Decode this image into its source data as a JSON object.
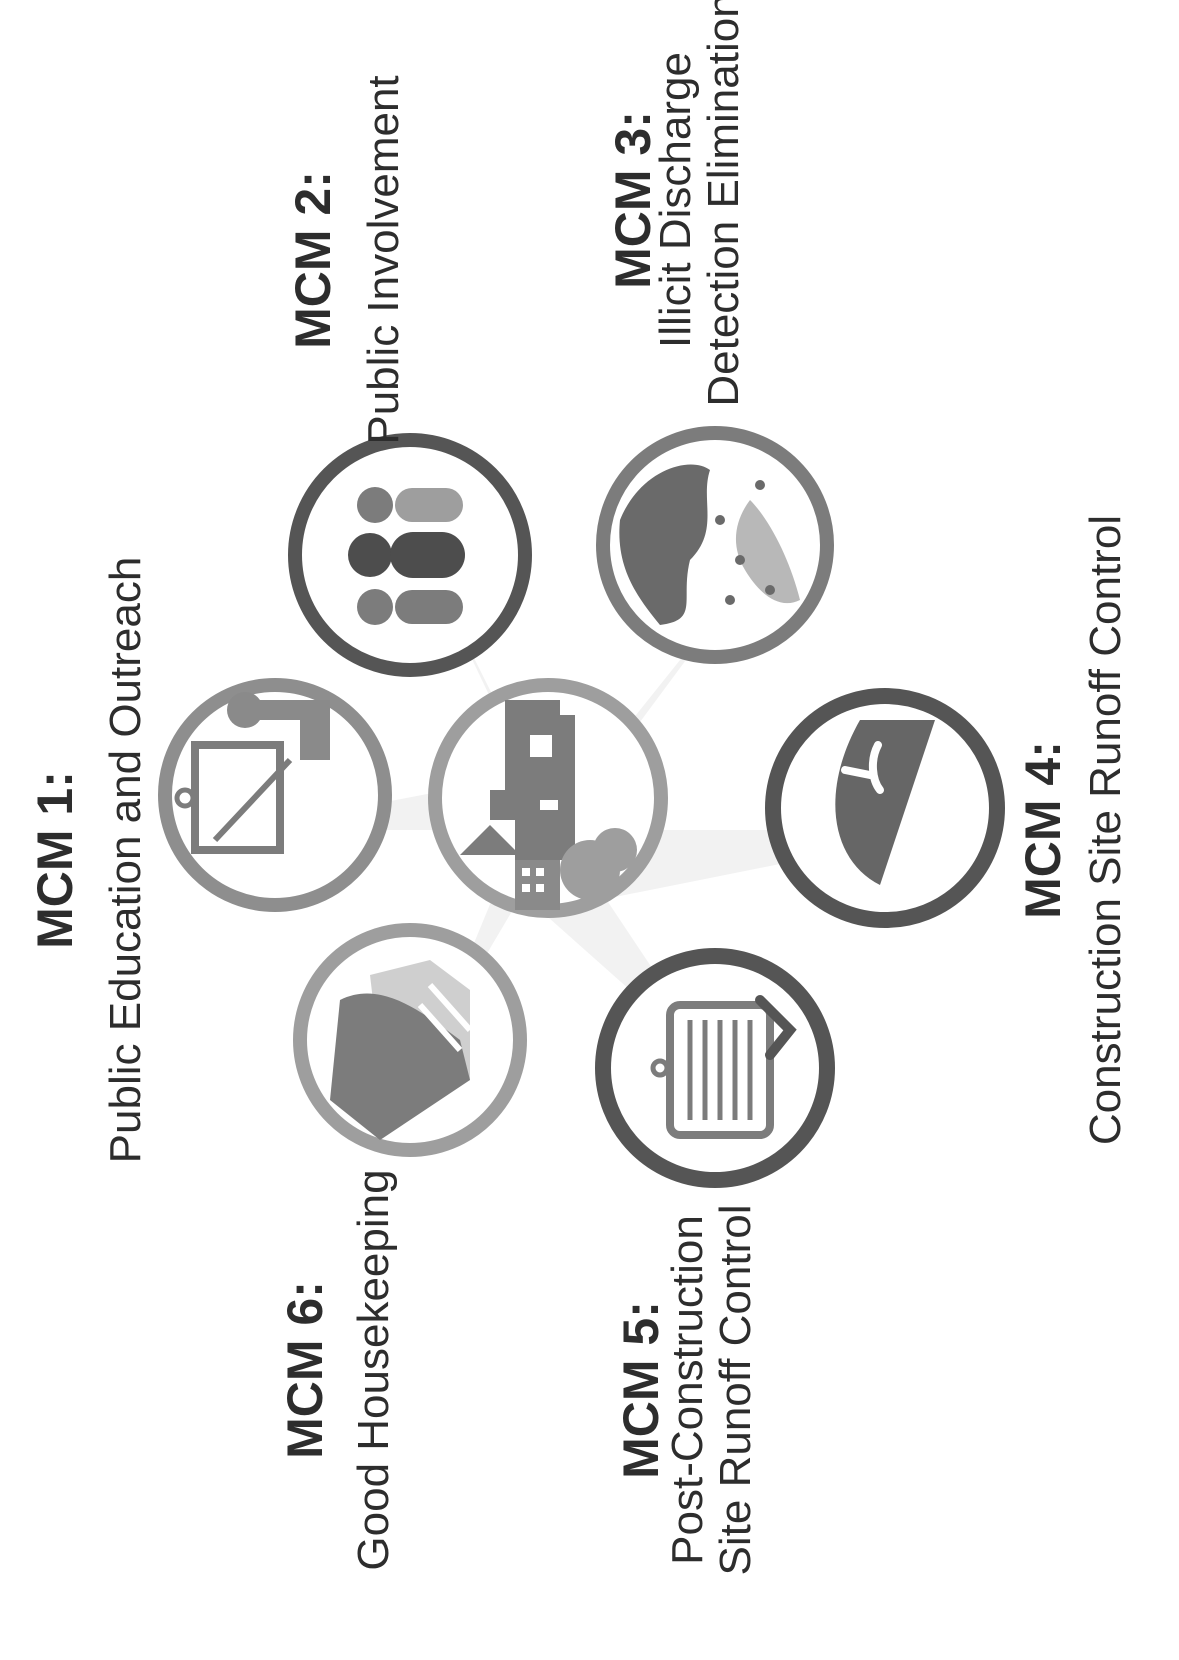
{
  "diagram": {
    "center": {
      "icon": "city-buildings-icon"
    },
    "measures": [
      {
        "id": "mcm1",
        "title": "MCM 1:",
        "lines": [
          "Public Education and Outreach"
        ],
        "icon": "presenter-easel-icon"
      },
      {
        "id": "mcm2",
        "title": "MCM 2:",
        "lines": [
          "Public Involvement"
        ],
        "icon": "people-group-icon"
      },
      {
        "id": "mcm3",
        "title": "MCM 3:",
        "lines": [
          "Illicit Discharge",
          "Detection Elimination"
        ],
        "icon": "discharge-pipe-icon"
      },
      {
        "id": "mcm4",
        "title": "MCM 4:",
        "lines": [
          "Construction Site Runoff Control"
        ],
        "icon": "hard-hat-icon"
      },
      {
        "id": "mcm5",
        "title": "MCM 5:",
        "lines": [
          "Post-Construction",
          "Site Runoff Control"
        ],
        "icon": "clipboard-checklist-icon"
      },
      {
        "id": "mcm6",
        "title": "MCM 6:",
        "lines": [
          "Good Housekeeping"
        ],
        "icon": "handshake-icon"
      }
    ]
  },
  "colors": {
    "dark_ring": "#555555",
    "mid_ring": "#7c7c7c",
    "light_ring": "#9e9e9e",
    "text": "#2d2d2d"
  }
}
